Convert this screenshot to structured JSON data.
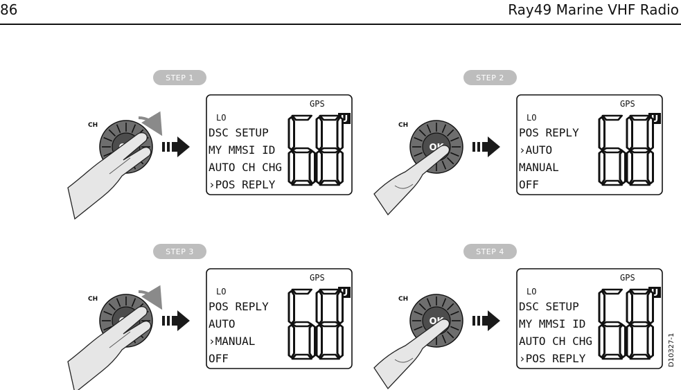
{
  "header": {
    "page_number": "86",
    "manual_title": "Ray49 Marine VHF Radio"
  },
  "colors": {
    "pill": "#bdbdbd",
    "knob": "#6e6e6e",
    "knob_center": "#4d4d4d",
    "hand": "#e6e6e6",
    "arrow": "#1a1a1a"
  },
  "steps": [
    {
      "label": "STEP   1",
      "ch_label": "CH",
      "ok_label": "OK",
      "rotate_arrow": true,
      "display": {
        "lo": "LO",
        "gps": "GPS",
        "badge": "U",
        "channel": "68",
        "lines": [
          "DSC SETUP",
          " MY MMSI ID",
          " AUTO CH CHG",
          "›POS REPLY"
        ]
      }
    },
    {
      "label": "STEP   2",
      "ch_label": "CH",
      "ok_label": "OK",
      "rotate_arrow": false,
      "display": {
        "lo": "LO",
        "gps": "GPS",
        "badge": "U",
        "channel": "68",
        "lines": [
          "POS REPLY",
          "›AUTO",
          " MANUAL",
          " OFF"
        ]
      }
    },
    {
      "label": "STEP   3",
      "ch_label": "CH",
      "ok_label": "OK",
      "rotate_arrow": true,
      "display": {
        "lo": "LO",
        "gps": "GPS",
        "badge": "U",
        "channel": "68",
        "lines": [
          "POS REPLY",
          " AUTO",
          "›MANUAL",
          " OFF"
        ]
      }
    },
    {
      "label": "STEP   4",
      "ch_label": "CH",
      "ok_label": "OK",
      "rotate_arrow": false,
      "display": {
        "lo": "LO",
        "gps": "GPS",
        "badge": "U",
        "channel": "68",
        "lines": [
          "DSC SETUP",
          " MY MMSI ID",
          " AUTO CH CHG",
          "›POS REPLY"
        ]
      }
    }
  ],
  "figure_id": "D10327-1"
}
